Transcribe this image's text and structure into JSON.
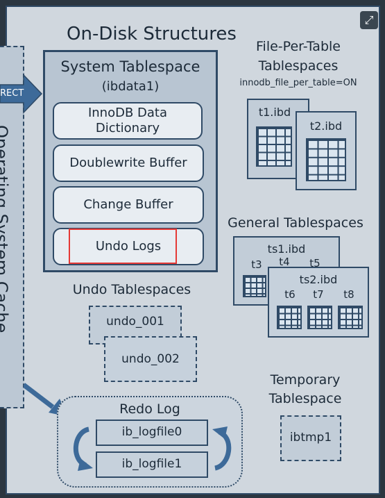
{
  "title": "On-Disk Structures",
  "os_cache": {
    "label": "Operating System Cache",
    "arrow_label": "RECT"
  },
  "system_tablespace": {
    "title": "System Tablespace",
    "subtitle": "(ibdata1)",
    "items": [
      "InnoDB Data Dictionary",
      "Doublewrite Buffer",
      "Change Buffer",
      "Undo Logs"
    ],
    "highlight_color": "#e53935"
  },
  "file_per_table": {
    "title_line1": "File-Per-Table",
    "title_line2": "Tablespaces",
    "setting": "innodb_file_per_table=ON",
    "files": [
      "t1.ibd",
      "t2.ibd"
    ]
  },
  "general_tablespaces": {
    "title": "General Tablespaces",
    "ts1": {
      "name": "ts1.ibd",
      "tables": [
        "t3",
        "t4",
        "t5"
      ]
    },
    "ts2": {
      "name": "ts2.ibd",
      "tables": [
        "t6",
        "t7",
        "t8"
      ]
    }
  },
  "undo_tablespaces": {
    "title": "Undo Tablespaces",
    "files": [
      "undo_001",
      "undo_002"
    ]
  },
  "temporary_tablespace": {
    "title_line1": "Temporary",
    "title_line2": "Tablespace",
    "file": "ibtmp1"
  },
  "redo_log": {
    "title": "Redo Log",
    "files": [
      "ib_logfile0",
      "ib_logfile1"
    ]
  },
  "colors": {
    "background": "#d0d7de",
    "border": "#2f4a66",
    "arrow": "#3d6a99"
  },
  "controls": {
    "expand_icon": "expand-arrows-icon"
  }
}
